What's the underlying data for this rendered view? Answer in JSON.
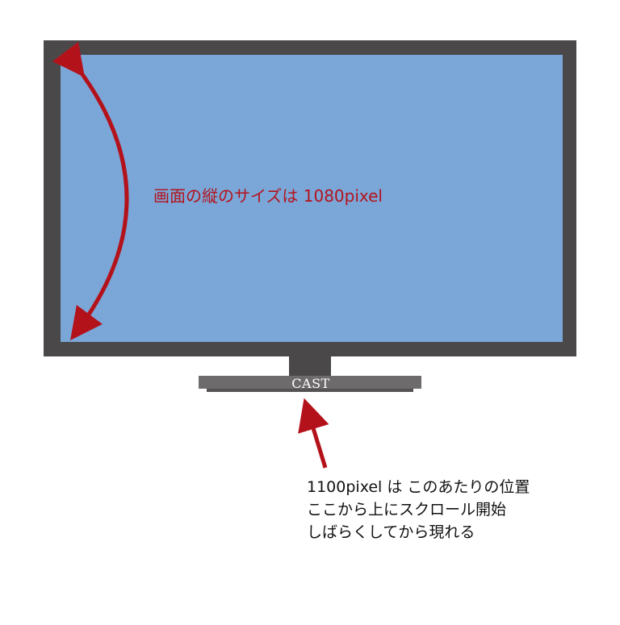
{
  "diagram": {
    "screen_height_label": "画面の縦のサイズは 1080pixel",
    "brand_label": "CAST",
    "scroll_note_lines": [
      "1100pixel は このあたりの位置",
      "ここから上にスクロール開始",
      "しばらくしてから現れる"
    ]
  },
  "colors": {
    "bezel": "#4b4849",
    "screen": "#7aa7d8",
    "stand_base": "#6e6b6c",
    "arrow": "#b4121b"
  }
}
